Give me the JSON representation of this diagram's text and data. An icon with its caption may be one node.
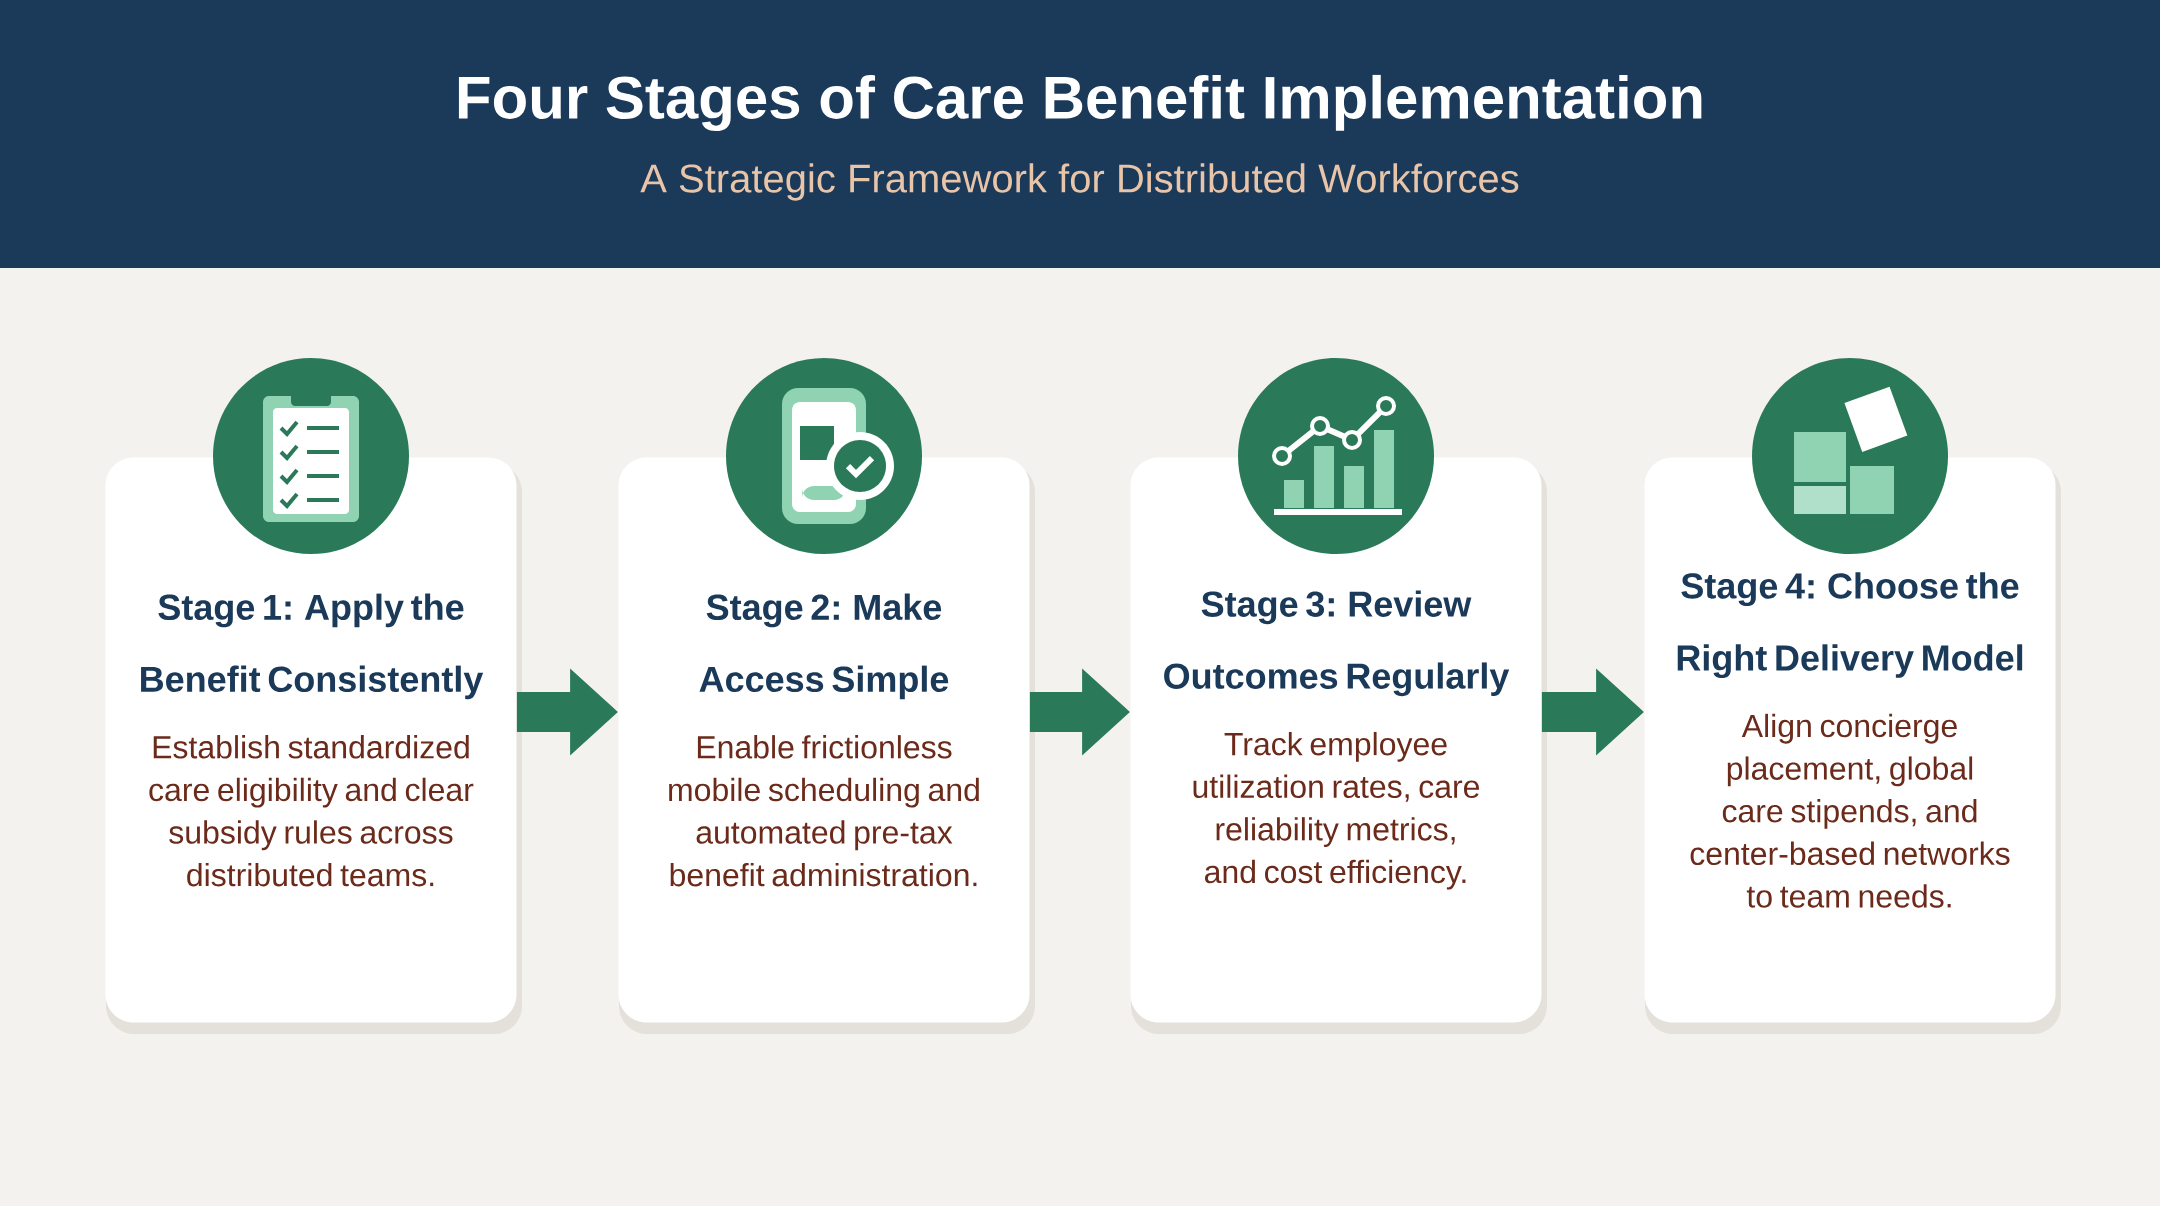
{
  "diagram": {
    "title": "Four Stages of Care Benefit Implementation",
    "nodes": [
      {
        "text": [
          "Stage 1: Apply the Benefit Consistently",
          "Establish standardized care eligibility and clear subsidy rules across distributed teams."
        ]
      },
      {
        "text": [
          "Stage 2: Make Access Simple",
          "Enable frictionless mobile scheduling and automated pre-tax benefit administration."
        ]
      },
      {
        "text": [
          "Stage 3: Review Outcomes Regularly",
          "Track employee utilization rates, care reliability metrics, and cost efficiency."
        ]
      },
      {
        "text": [
          "Stage 4: Choose the Right Delivery Model",
          "Align concierge placement, global care stipends, and center-based networks to team needs."
        ]
      }
    ],
    "edges": [
      {
        "from": 0,
        "to": 1,
        "arrow": "to"
      },
      {
        "from": 1,
        "to": 2,
        "arrow": "to"
      },
      {
        "from": 2,
        "to": 3,
        "arrow": "to"
      }
    ],
    "labels": [
      "A Strategic Framework for Distributed Workforces"
    ]
  }
}
